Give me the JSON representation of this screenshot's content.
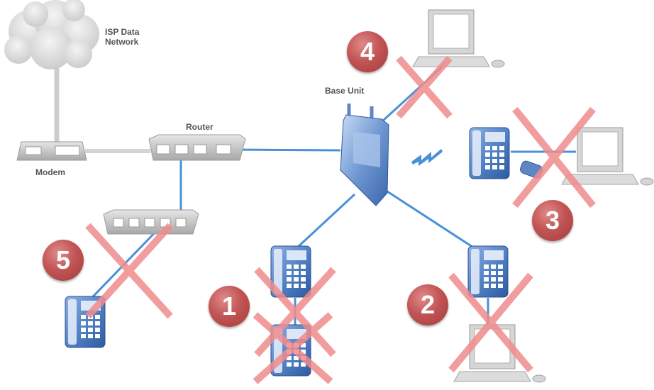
{
  "labels": {
    "isp_line1": "ISP Data",
    "isp_line2": "Network",
    "modem": "Modem",
    "router": "Router",
    "base_unit": "Base Unit"
  },
  "badges": [
    "1",
    "2",
    "3",
    "4",
    "5"
  ],
  "colors": {
    "link": "#4a90d9",
    "cross": "#f08c8c",
    "badge": "#b84848",
    "device_gray": "#c4c4c4",
    "phone_blue": "#4f7fc4"
  },
  "icons": {
    "cloud": "cloud-icon",
    "modem": "modem-icon",
    "router": "router-icon",
    "switch": "switch-icon",
    "base_unit": "base-unit-icon",
    "phone": "desk-phone-icon",
    "computer": "computer-icon",
    "wireless": "wireless-signal-icon",
    "adapter": "adapter-icon",
    "invalid": "invalid-x-icon"
  }
}
